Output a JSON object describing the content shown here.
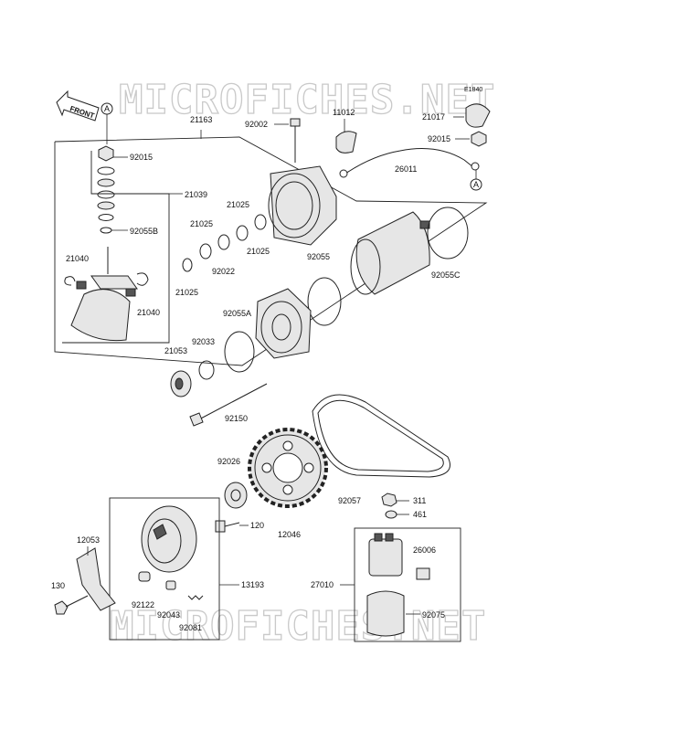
{
  "watermark": "MICROFICHES.NET",
  "front_label": "FRONT",
  "marker_a": "A",
  "ref_code": "E1840",
  "parts": {
    "p21163": "21163",
    "p92002": "92002",
    "p11012": "11012",
    "p21017": "21017",
    "p92015a": "92015",
    "p92015b": "92015",
    "p26011": "26011",
    "p21039": "21039",
    "p21025a": "21025",
    "p21025b": "21025",
    "p21025c": "21025",
    "p21025d": "21025",
    "p92022": "92022",
    "p92055b": "92055B",
    "p21040a": "21040",
    "p21040b": "21040",
    "p92055": "92055",
    "p92055c": "92055C",
    "p92055a": "92055A",
    "p92033": "92033",
    "p21053": "21053",
    "p92150": "92150",
    "p92026": "92026",
    "p92057": "92057",
    "p311": "311",
    "p461": "461",
    "p120": "120",
    "p12046": "12046",
    "p12053": "12053",
    "p26006": "26006",
    "p130": "130",
    "p13193": "13193",
    "p27010": "27010",
    "p92122": "92122",
    "p92043": "92043",
    "p92081": "92081",
    "p92075": "92075"
  }
}
